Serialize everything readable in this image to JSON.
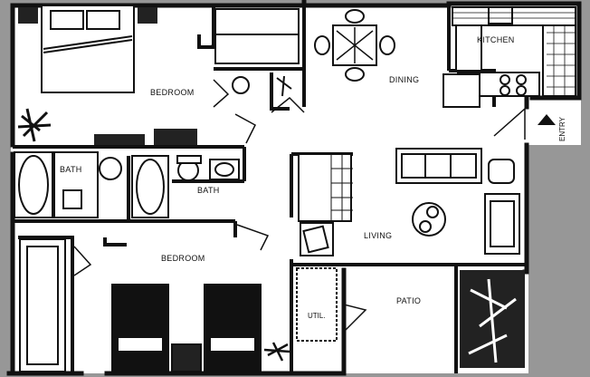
{
  "rooms": {
    "bedroom_top": "BEDROOM",
    "bath_left": "BATH",
    "bath_right": "BATH",
    "bedroom_bottom": "BEDROOM",
    "dining": "DINING",
    "kitchen": "KITCHEN",
    "living": "LIVING",
    "patio": "PATIO",
    "util": "UTIL."
  },
  "entry_label": "ENTRY",
  "colors": {
    "background": "#979797",
    "floor": "#ffffff",
    "wall": "#111111"
  }
}
